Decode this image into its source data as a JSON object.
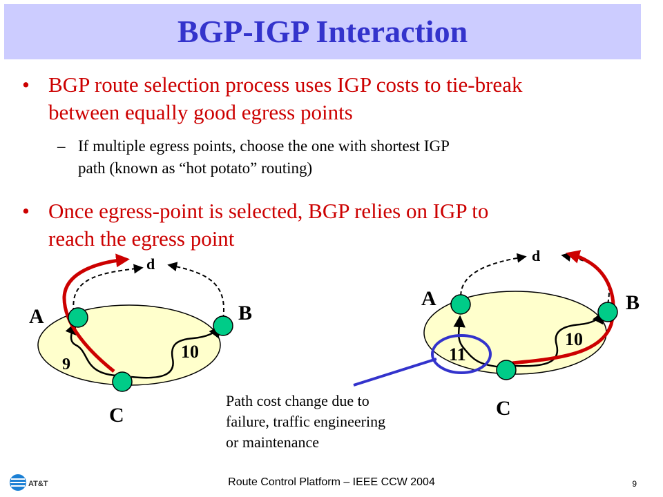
{
  "slide": {
    "title": "BGP-IGP Interaction",
    "bullets": [
      {
        "line1": "BGP route selection process uses IGP costs to tie-break",
        "line2": "between equally good egress points"
      },
      {
        "line1": "Once egress-point is selected, BGP relies on IGP to",
        "line2": "reach the egress point"
      }
    ],
    "sub_bullet": {
      "line1": "If multiple egress points, choose the one with shortest IGP",
      "line2": "path (known as “hot potato” routing)"
    },
    "bullet_glyph": "•",
    "dash_glyph": "–"
  },
  "diagrams": {
    "left": {
      "labels": {
        "a": "A",
        "b": "B",
        "c": "C",
        "d": "d"
      },
      "costs": {
        "ca": "9",
        "cb": "10"
      }
    },
    "right": {
      "labels": {
        "a": "A",
        "b": "B",
        "c": "C",
        "d": "d"
      },
      "costs": {
        "ca": "11",
        "cb": "10"
      }
    }
  },
  "note": {
    "line1": "Path cost change due to",
    "line2": "failure, traffic engineering",
    "line3": "or maintenance"
  },
  "footer": {
    "text": "Route Control Platform – IEEE CCW 2004",
    "page": "9",
    "logo_text": "AT&T"
  },
  "colors": {
    "title_bg": "#ccccff",
    "title_text": "#3333cc",
    "bullet_text": "#cc0000",
    "node": "#00cc88",
    "ellipse": "#ffffcc",
    "path": "#cc0000",
    "highlight": "#3333cc"
  }
}
